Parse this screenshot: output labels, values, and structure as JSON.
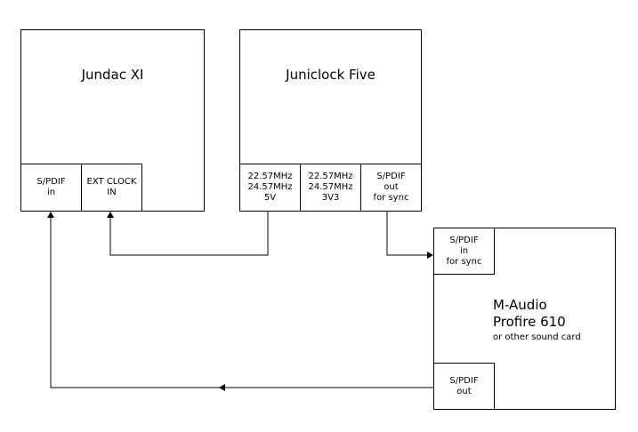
{
  "jundac": {
    "title": "Jundac XI",
    "ports": {
      "spdif_in": [
        "S/PDIF",
        "in"
      ],
      "ext_clock_in": [
        "EXT CLOCK",
        "IN"
      ]
    }
  },
  "juniclock": {
    "title": "Juniclock Five",
    "ports": {
      "clock_5v": [
        "22.57MHz",
        "24.57MHz",
        "5V"
      ],
      "clock_3v3": [
        "22.57MHz",
        "24.57MHz",
        "3V3"
      ],
      "spdif_out_sync": [
        "S/PDIF",
        "out",
        "for sync"
      ]
    }
  },
  "maudio": {
    "title_line1": "M-Audio",
    "title_line2": "Profire 610",
    "subtitle": "or other sound card",
    "ports": {
      "spdif_in_sync": [
        "S/PDIF",
        "in",
        "for sync"
      ],
      "spdif_out": [
        "S/PDIF",
        "out"
      ]
    }
  },
  "connections": [
    {
      "from": "juniclock.clock_5v",
      "to": "jundac.ext_clock_in"
    },
    {
      "from": "juniclock.spdif_out_sync",
      "to": "maudio.spdif_in_sync"
    },
    {
      "from": "maudio.spdif_out",
      "to": "jundac.spdif_in"
    }
  ],
  "colors": {
    "line": "#000000",
    "background": "#ffffff"
  }
}
